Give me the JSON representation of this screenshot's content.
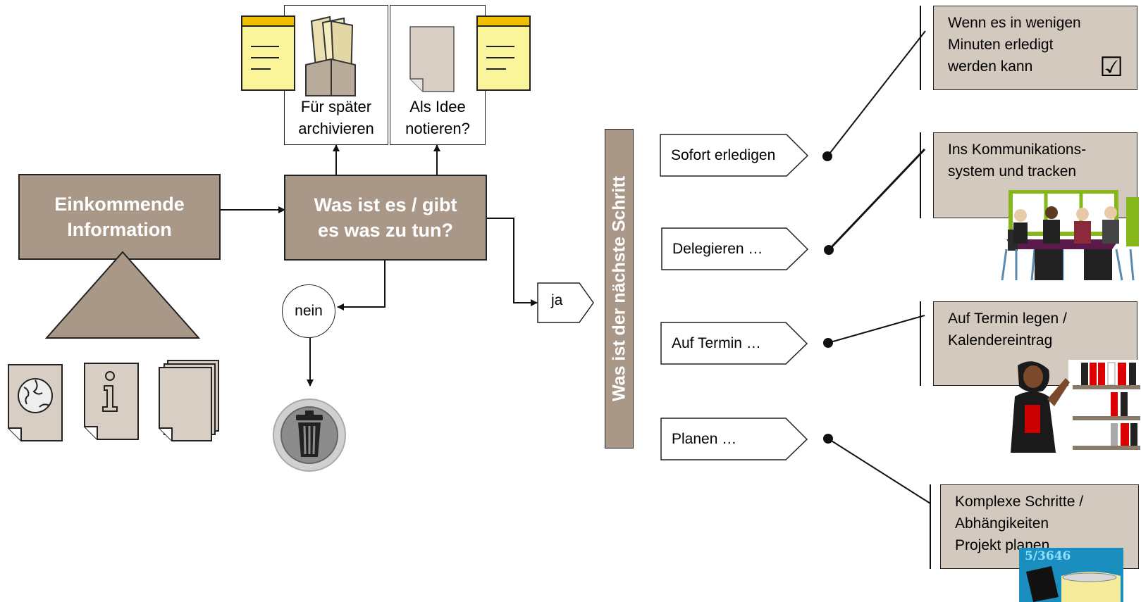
{
  "left": {
    "incoming": "Einkommende Information",
    "question": "Was ist es / gibt es was zu tun?",
    "archive": "Für später archivieren",
    "idea": "Als Idee notieren?",
    "no": "nein",
    "yes": "ja"
  },
  "middle": {
    "header": "Was ist der nächste Schritt",
    "options": [
      "Sofort erledigen",
      "Delegieren …",
      "Auf Termin …",
      "Planen …"
    ]
  },
  "right": {
    "boxes": [
      [
        "Wenn es in wenigen",
        "Minuten erledigt",
        "werden kann"
      ],
      [
        "Ins Kommunikations-",
        "system und tracken"
      ],
      [
        "Auf Termin legen /",
        "Kalendereintrag"
      ],
      [
        "Komplexe Schritte /",
        "Abhängikeiten",
        "Projekt planen"
      ]
    ],
    "checkmark": "☑"
  },
  "clipart_text": "5/3646"
}
